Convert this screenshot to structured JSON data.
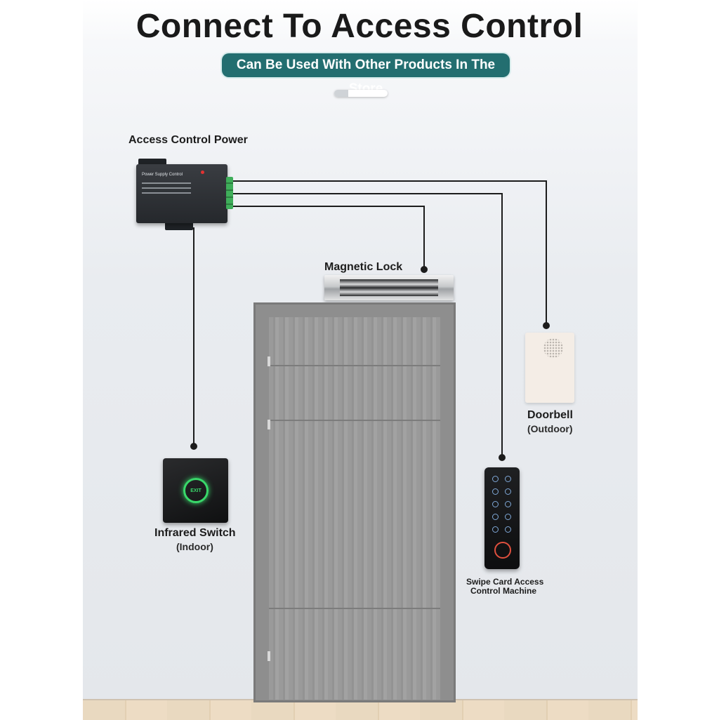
{
  "title": "Connect To Access Control",
  "subtitle_pill": "Can Be Used With Other Products In The Store",
  "psu": {
    "label": "Access Control Power",
    "panel_title": "Power Supply Control"
  },
  "magnetic_lock": {
    "label": "Magnetic Lock"
  },
  "doorbell": {
    "label": "Doorbell",
    "sublabel": "(Outdoor)"
  },
  "infrared_switch": {
    "label": "Infrared Switch",
    "sublabel": "(Indoor)",
    "button_text": "EXIT"
  },
  "card_machine": {
    "label_line1": "Swipe Card Access",
    "label_line2": "Control Machine"
  },
  "colors": {
    "pill": "#236e70",
    "wire": "#1c1c1c",
    "exit_glow": "#39d86a",
    "reader_ring": "#e0503e"
  }
}
